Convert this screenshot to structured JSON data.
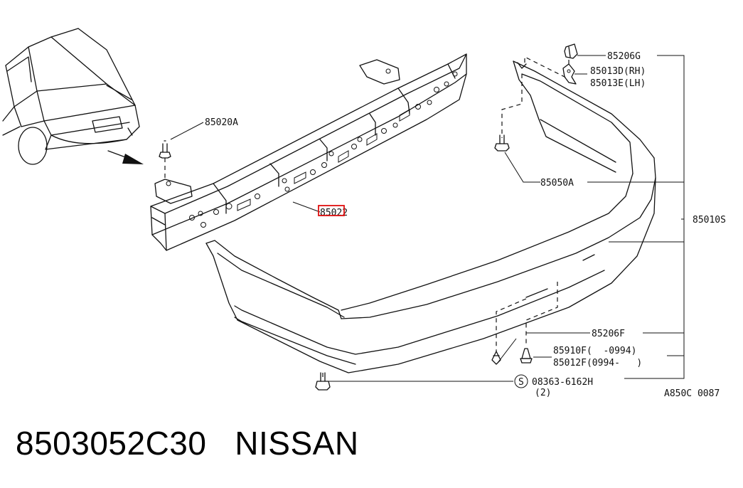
{
  "callouts": {
    "p_85206G": "85206G",
    "p_85013D": "85013D(RH)",
    "p_85013E": "85013E(LH)",
    "p_85020A": "85020A",
    "p_85050A": "85050A",
    "p_85022": "85022",
    "p_85010S": "85010S",
    "p_85206F": "85206F",
    "p_85910F": "85910F(  -0994)",
    "p_85012F": "85012F(0994-   )",
    "p_bolt_symbol": "S",
    "p_bolt": "08363-6162H",
    "p_bolt_qty": "(2)"
  },
  "diagram_code": "A850C 0087",
  "highlighted_part": "85022",
  "highlight_color": "#e01010",
  "caption": "8503052C30   NISSAN"
}
